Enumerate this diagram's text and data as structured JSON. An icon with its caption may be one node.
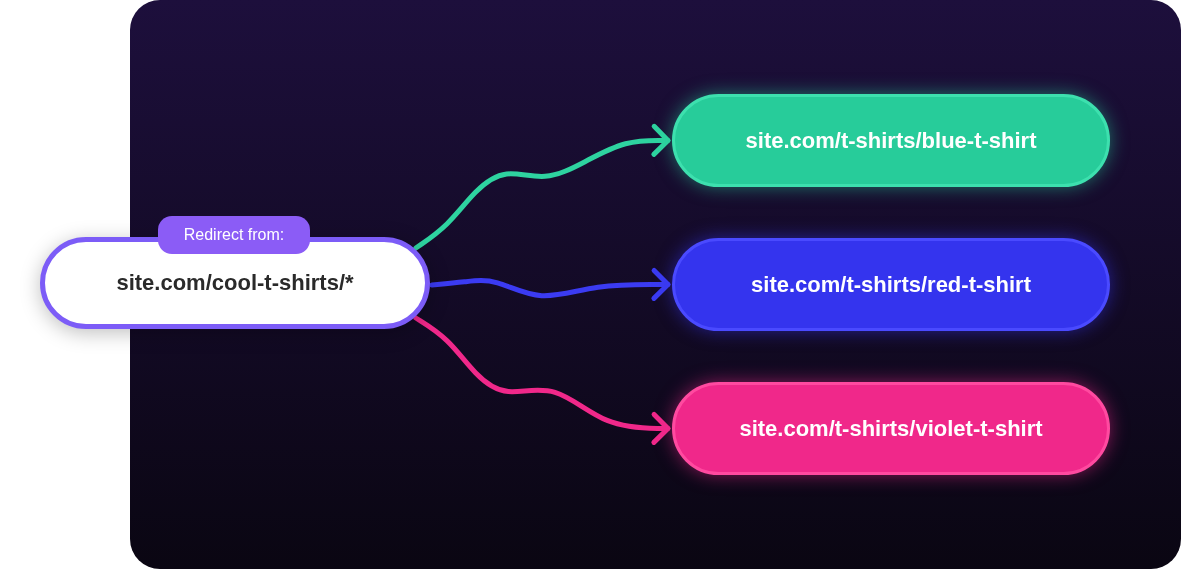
{
  "diagram": {
    "nodes": [
      {
        "text": [
          "Redirect from:"
        ]
      },
      {
        "text": [
          "site.com/cool-t-shirts/*"
        ]
      },
      {
        "text": [
          "site.com/t-shirts/blue-t-shirt"
        ]
      },
      {
        "text": [
          "site.com/t-shirts/red-t-shirt"
        ]
      },
      {
        "text": [
          "site.com/t-shirts/violet-t-shirt"
        ]
      }
    ],
    "edges": [
      {
        "from": 1,
        "to": 2,
        "arrow": "to",
        "color": "#2ed3a0"
      },
      {
        "from": 1,
        "to": 3,
        "arrow": "to",
        "color": "#3b3bf2"
      },
      {
        "from": 1,
        "to": 4,
        "arrow": "to",
        "color": "#f0288a"
      }
    ]
  }
}
